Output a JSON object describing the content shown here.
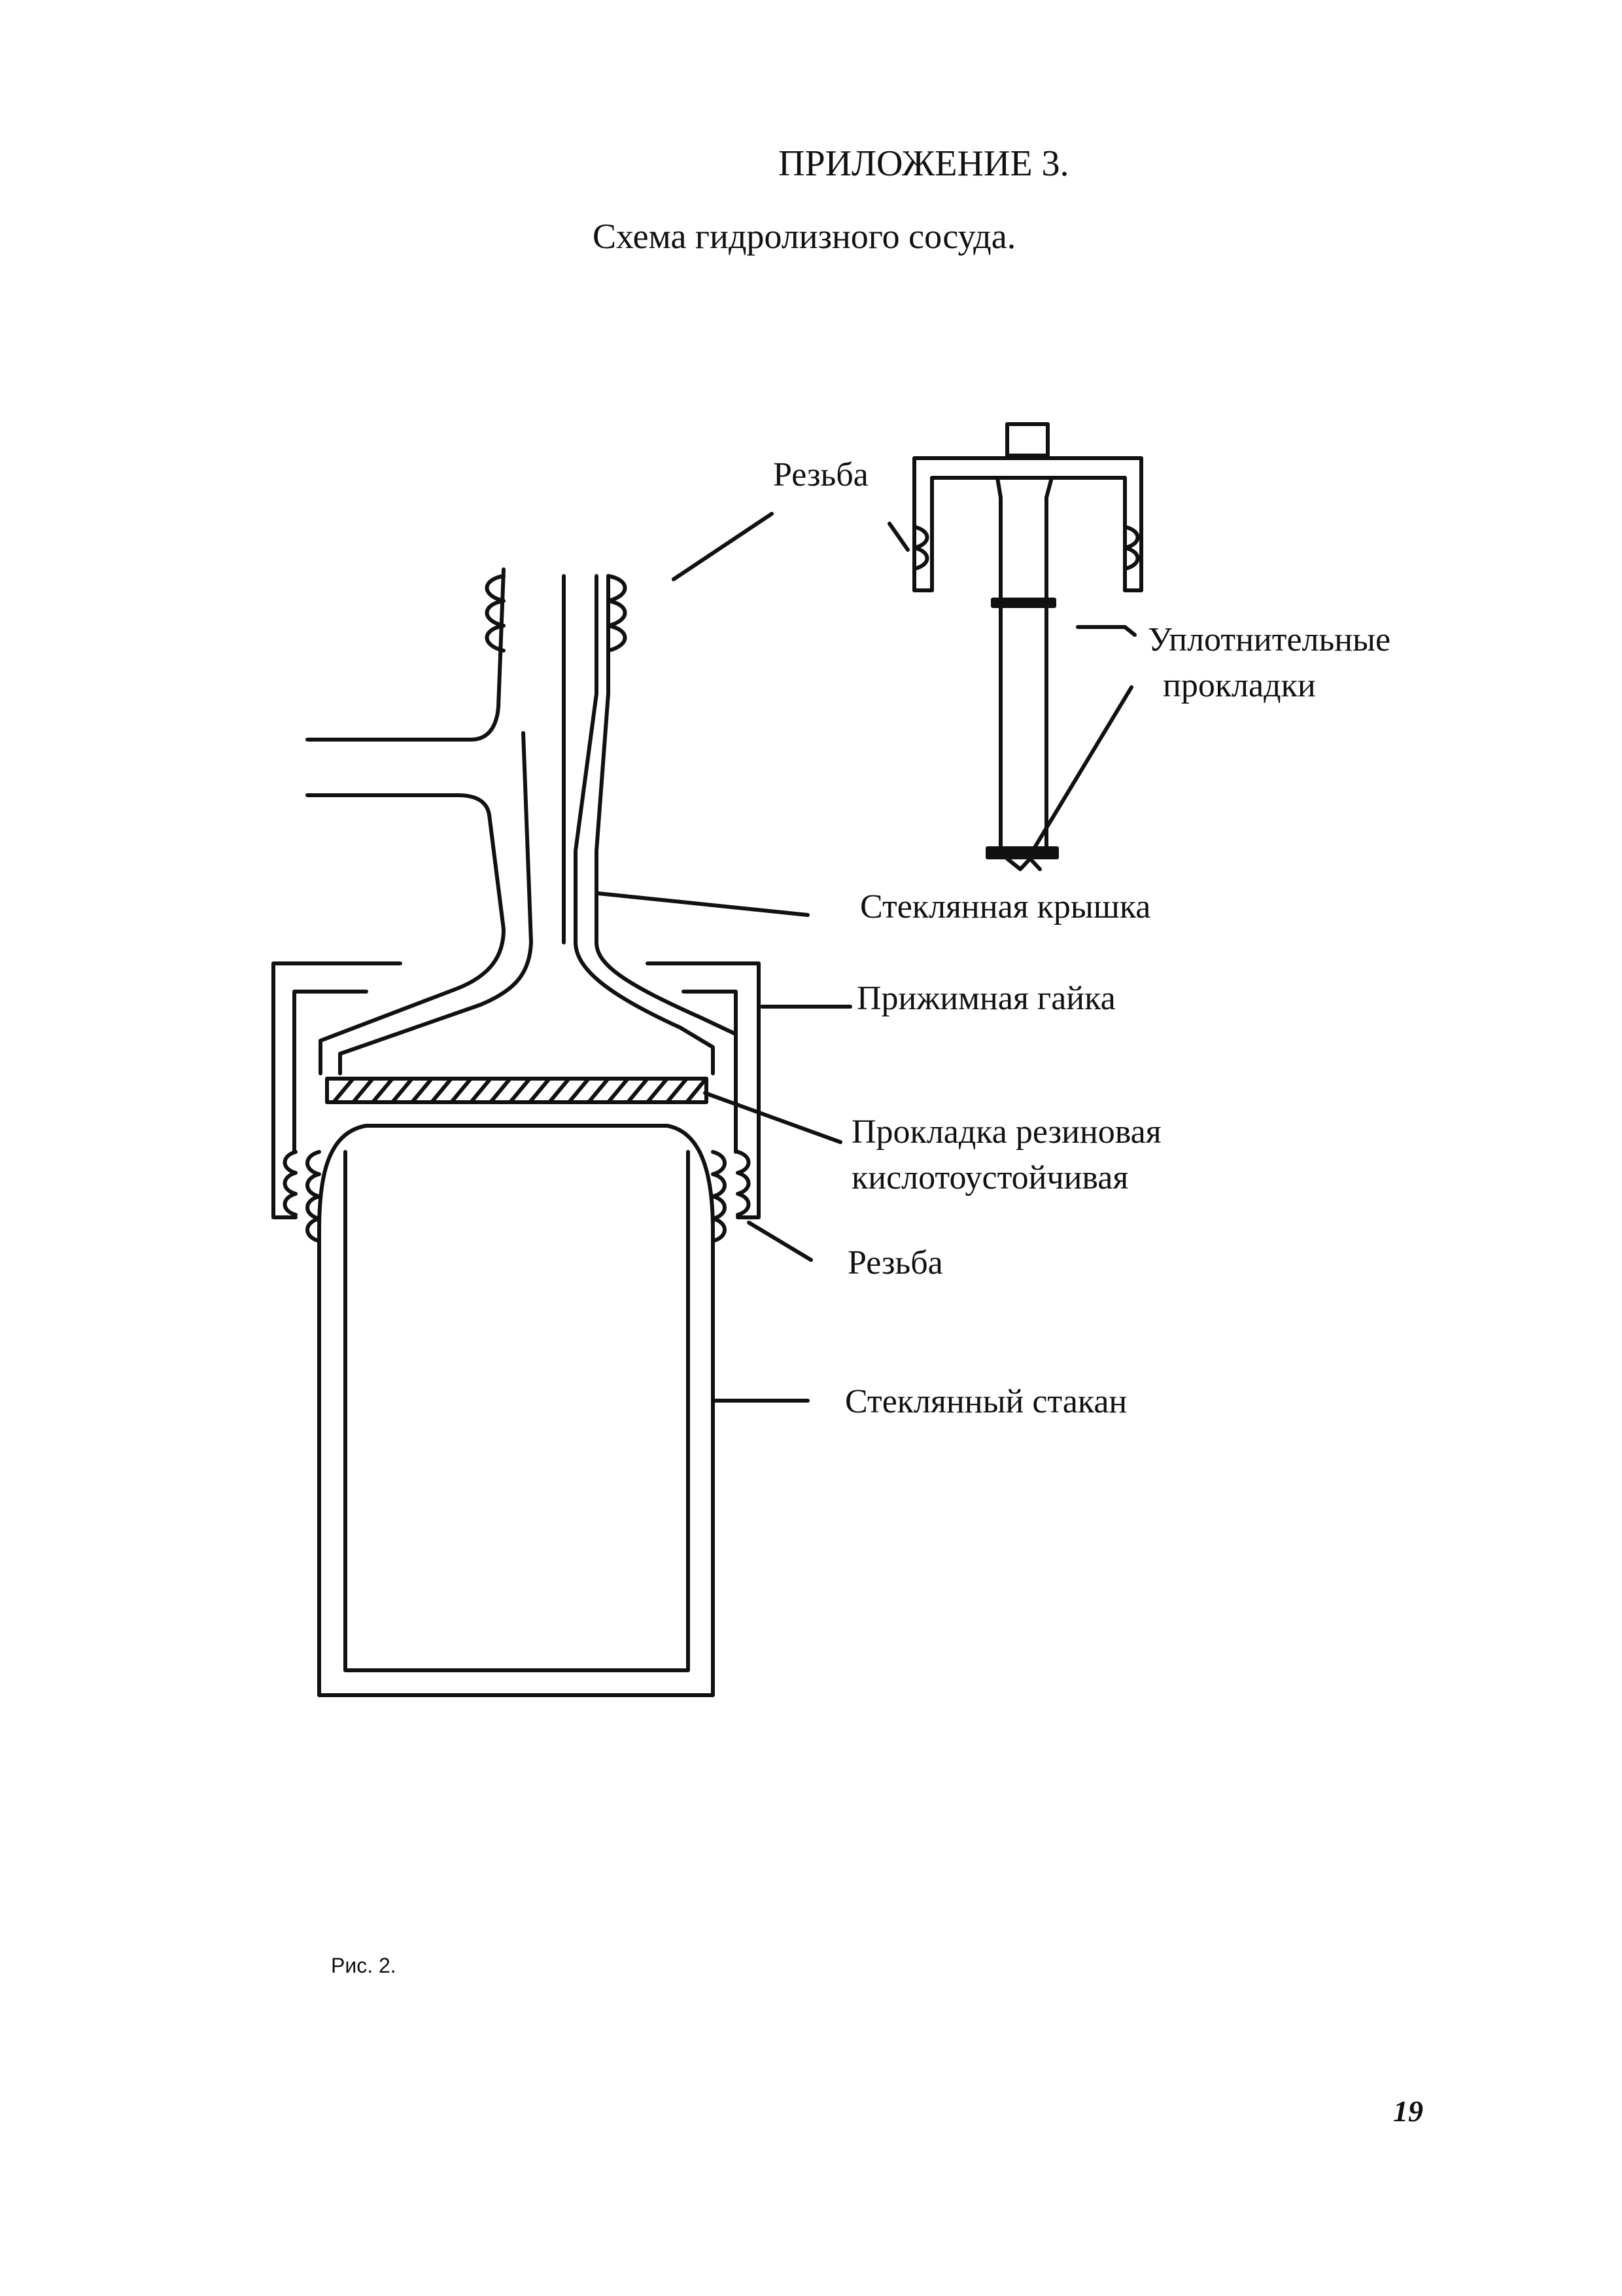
{
  "heading": {
    "appendix": "ПРИЛОЖЕНИЕ 3.",
    "caption": "Схема гидролизного сосуда."
  },
  "labels": {
    "thread_top": "Резьба",
    "seals_line1": "Уплотнительные",
    "seals_line2": "прокладки",
    "glass_lid": "Стеклянная крышка",
    "clamp_nut": "Прижимная гайка",
    "gasket_line1": "Прокладка резиновая",
    "gasket_line2": "кислотоустойчивая",
    "thread_bottom": "Резьба",
    "glass_cup": "Стеклянный стакан"
  },
  "footer": {
    "figure": "Рис. 2.",
    "page_number": "19"
  }
}
